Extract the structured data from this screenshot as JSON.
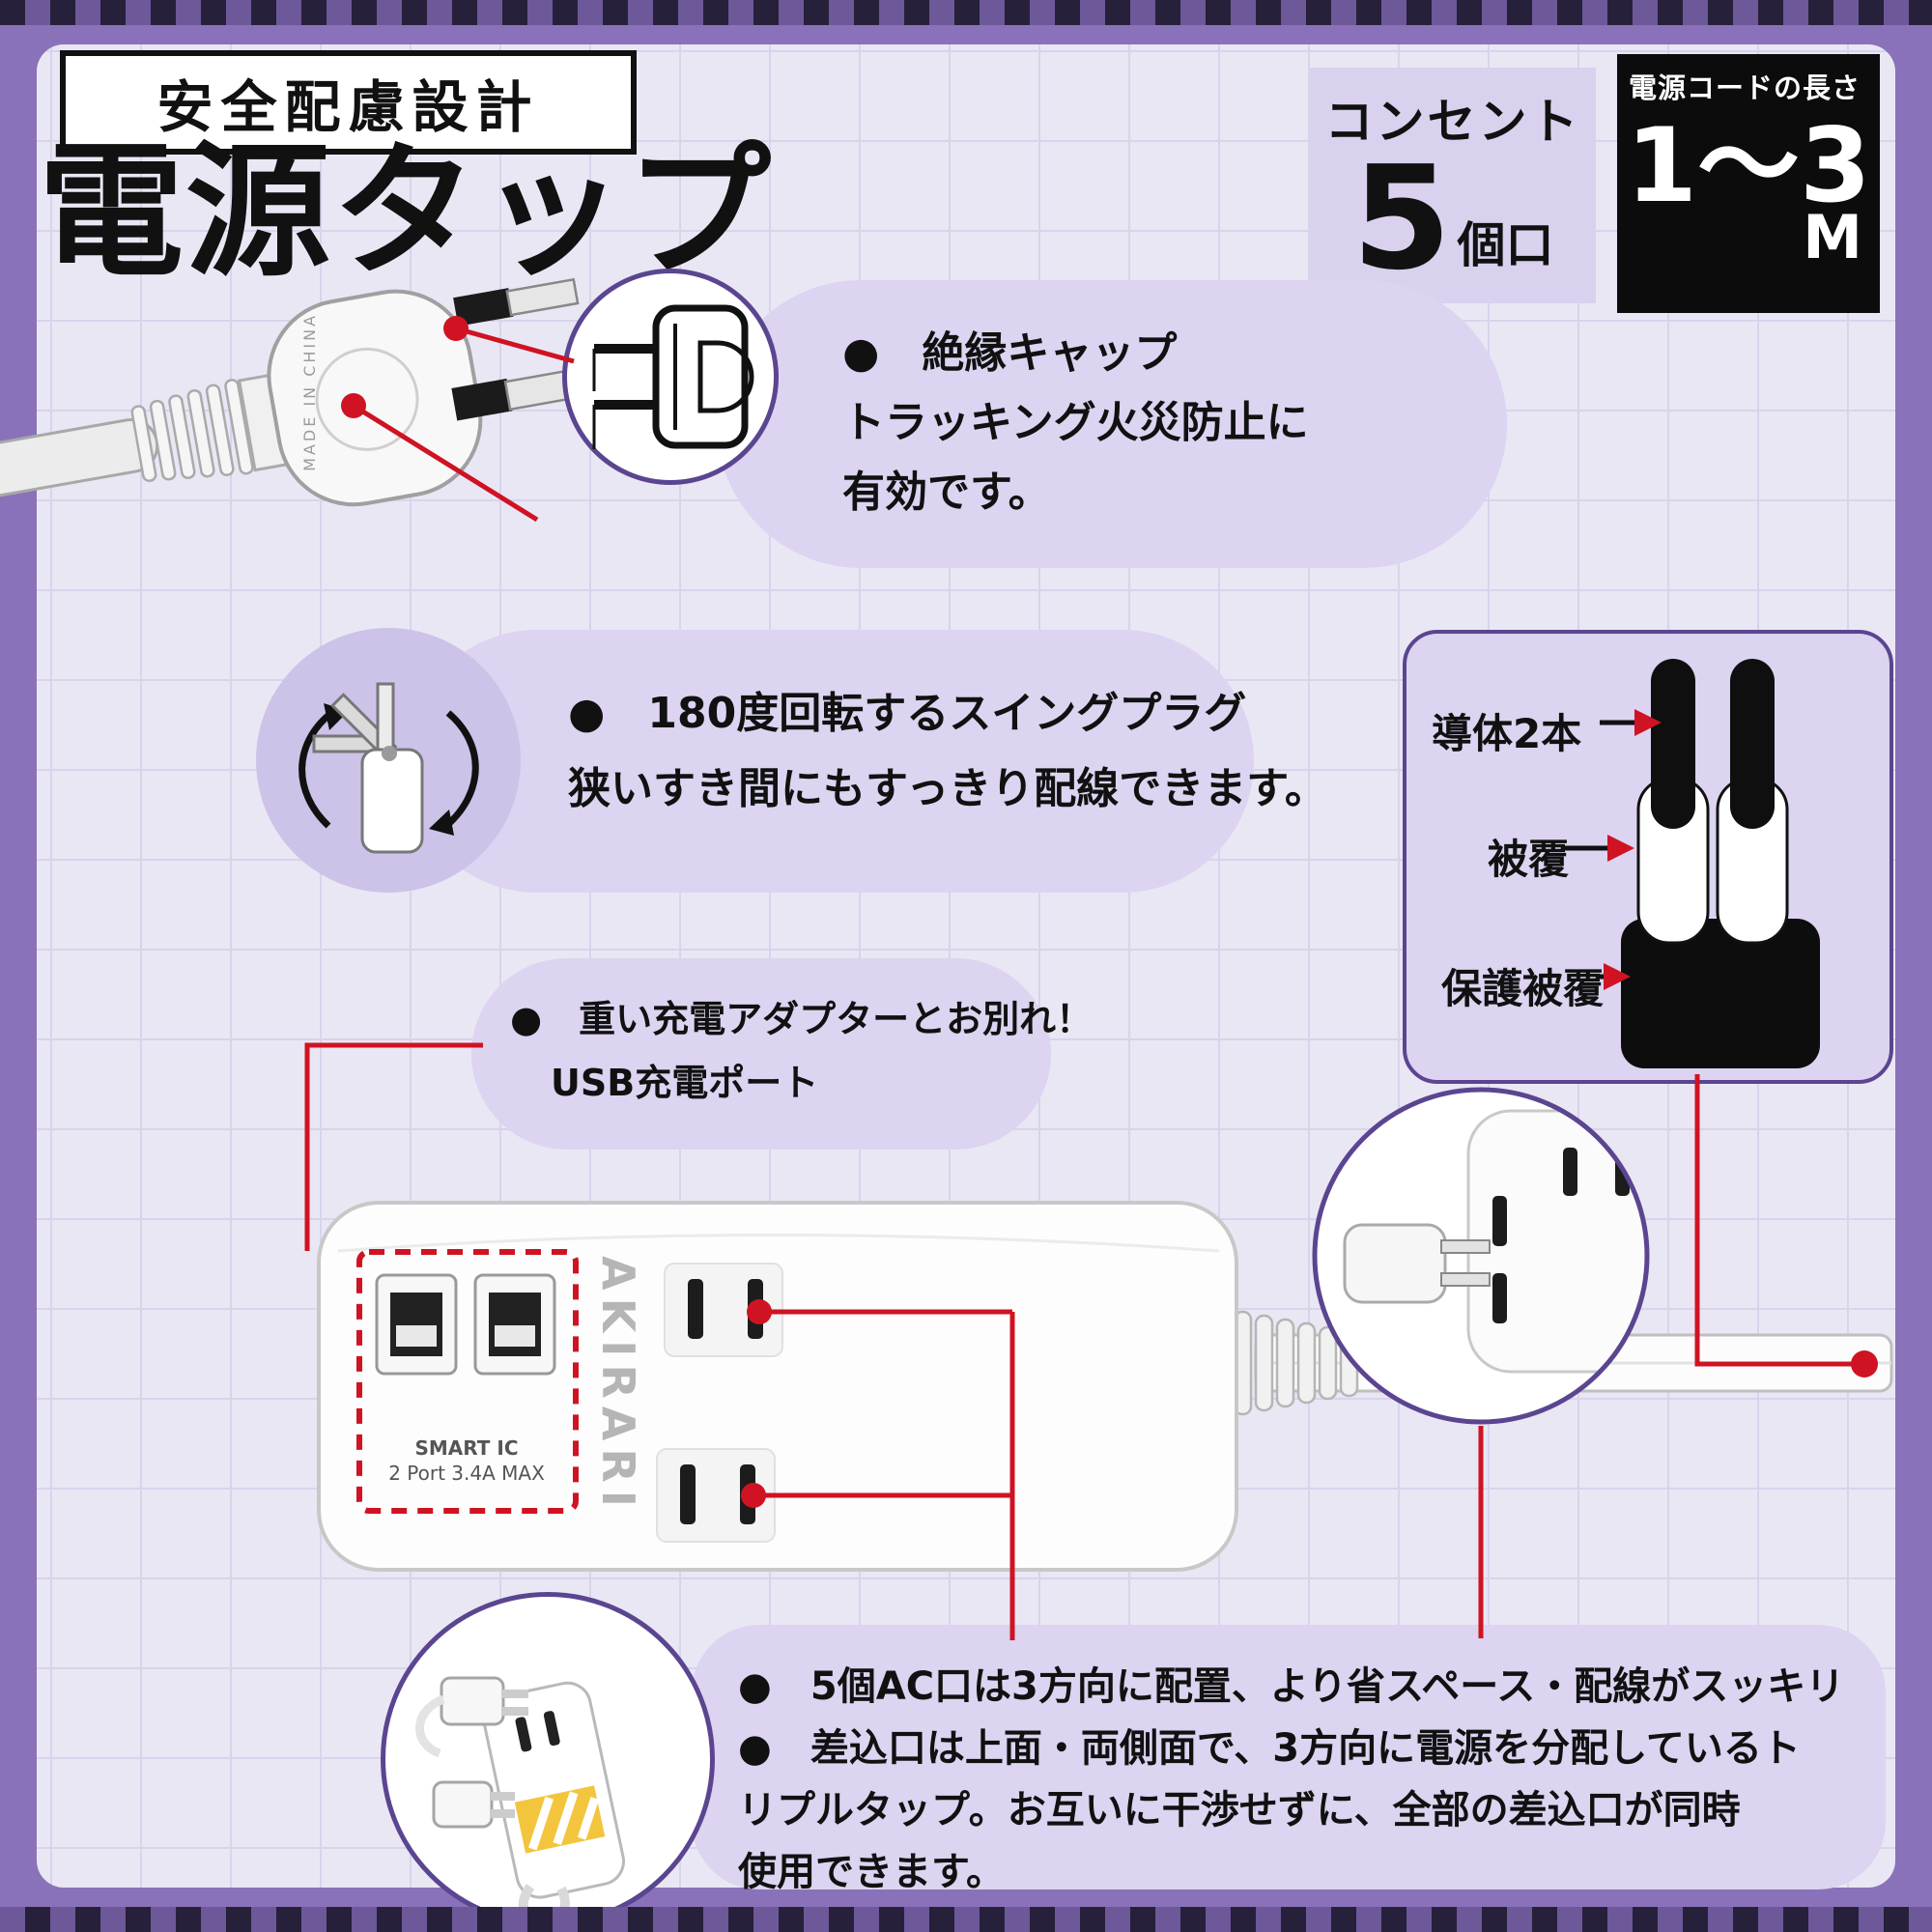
{
  "colors": {
    "accent_red": "#cf1322",
    "frame_purple": "#8a72ba",
    "bubble_bg": "#dcd4f0",
    "bubble_border": "#5b4590",
    "background": "#eae7f5",
    "black_box": "#0c0c0c"
  },
  "header": {
    "badge": "安全配慮設計",
    "title": "電源タップ"
  },
  "outlet_count": {
    "label": "コンセント",
    "number": "5",
    "unit": "個口"
  },
  "cord_length": {
    "label": "電源コードの長さ",
    "range": "1〜3",
    "unit": "M"
  },
  "callout_insulation": {
    "line1": "●　絶縁キャップ",
    "line2": "トラッキング火災防止に",
    "line3": "有効です。"
  },
  "callout_swing": {
    "line1": "●　180度回転するスイングプラグ",
    "line2": "狭いすき間にもすっきり配線できます。"
  },
  "cable_section": {
    "label_conductor": "導体2本",
    "label_insulation": "被覆",
    "label_sheath": "保護被覆"
  },
  "callout_usb": {
    "line1": "●　重い充電アダプターとお別れ！",
    "line2": "USB充電ポート"
  },
  "product": {
    "brand": "AKIRARI",
    "usb_line1": "SMART IC",
    "usb_line2": "2 Port 3.4A MAX",
    "plug_marking": "MADE IN CHINA"
  },
  "callout_bottom": {
    "line1": "●　5個AC口は3方向に配置、より省スペース・配線がスッキリ",
    "line2": "●　差込口は上面・両側面で、3方向に電源を分配しているト",
    "line3": "リプルタップ。お互いに干渉せずに、全部の差込口が同時",
    "line4": "使用できます。"
  }
}
